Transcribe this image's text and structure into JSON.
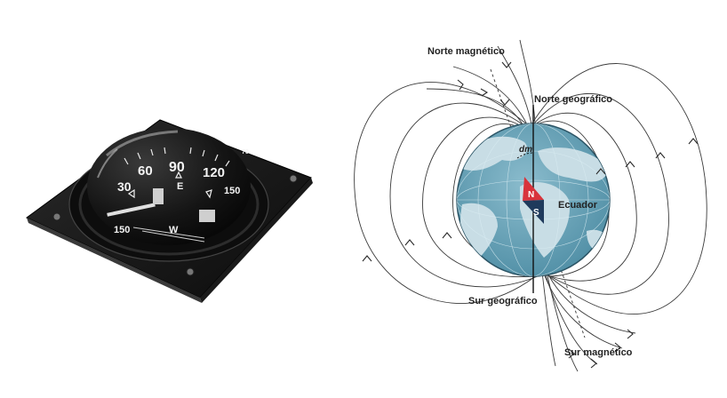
{
  "compass": {
    "dial_numbers": [
      "30",
      "60",
      "90",
      "120",
      "150",
      "150"
    ],
    "cardinal_letters": [
      "E",
      "W"
    ],
    "rim_text": "70"
  },
  "diagram": {
    "labels": {
      "magnetic_north": "Norte magnético",
      "geographic_north": "Norte geográfico",
      "dm": "dm",
      "equator": "Ecuador",
      "geographic_south": "Sur geográfico",
      "magnetic_south": "Sur magnético"
    },
    "needle": {
      "north": "N",
      "south": "S"
    },
    "colors": {
      "globe_ocean": "#6aa6bb",
      "globe_land": "#c8dde5",
      "needle_north": "#d8343c",
      "needle_south": "#1f3a5c"
    }
  }
}
